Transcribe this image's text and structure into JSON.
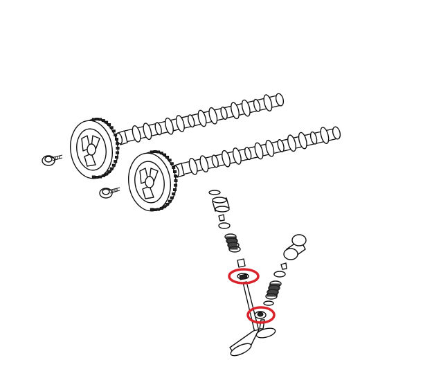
{
  "diagram": {
    "highlight_color": "#d9222a",
    "line_color": "#111111",
    "background": "#ffffff",
    "components": [
      "camshaft",
      "camshaft-sprocket",
      "sprocket-bolt",
      "valve",
      "valve-spring",
      "valve-stem-seal",
      "valve-guide",
      "bucket-tappet",
      "valve-keepers",
      "spring-retainer"
    ],
    "highlights": [
      {
        "target": "valve-stem-seal"
      },
      {
        "target": "valve-guide"
      }
    ]
  }
}
